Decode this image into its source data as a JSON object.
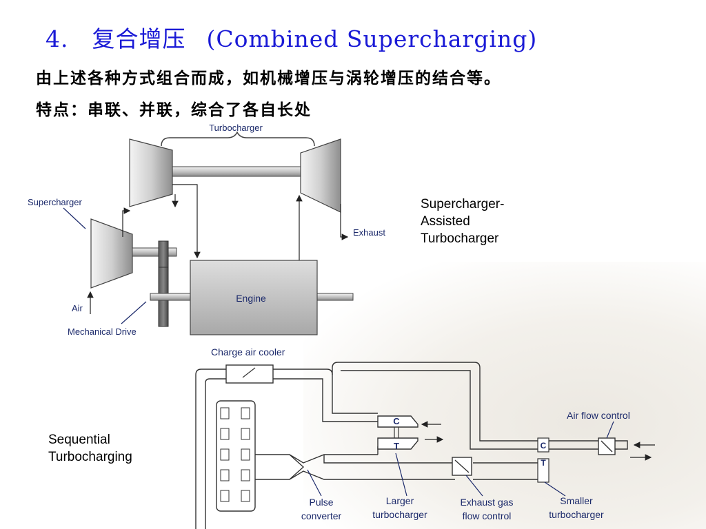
{
  "title": {
    "number": "4.",
    "chinese": "复合增压",
    "english": "(Combined Supercharging)"
  },
  "body": {
    "line1": "由上述各种方式组合而成，如机械增压与涡轮增压的结合等。",
    "line2": "特点：串联、并联，综合了各自长处"
  },
  "diagram_top": {
    "turbocharger": "Turbocharger",
    "supercharger": "Supercharger",
    "exhaust": "Exhaust",
    "engine": "Engine",
    "air": "Air",
    "mechanical_drive": "Mechanical Drive",
    "caption": [
      "Supercharger-",
      "Assisted",
      "Turbocharger"
    ]
  },
  "diagram_bottom": {
    "charge_air_cooler": "Charge air cooler",
    "air_flow_control": "Air flow control",
    "large_c": "C",
    "large_t": "T",
    "small_c": "C",
    "small_t": "T",
    "pulse_converter": [
      "Pulse",
      "converter"
    ],
    "larger_turbocharger": [
      "Larger",
      "turbocharger"
    ],
    "exhaust_gas_flow_control": [
      "Exhaust gas",
      "flow control"
    ],
    "smaller_turbocharger": [
      "Smaller",
      "turbocharger"
    ],
    "caption": [
      "Sequential",
      "Turbocharging"
    ]
  },
  "colors": {
    "title": "#1a1ad6",
    "label": "#1c2a6b",
    "machine_fill": "#c9c9c9",
    "pipe_stroke": "#333333"
  }
}
